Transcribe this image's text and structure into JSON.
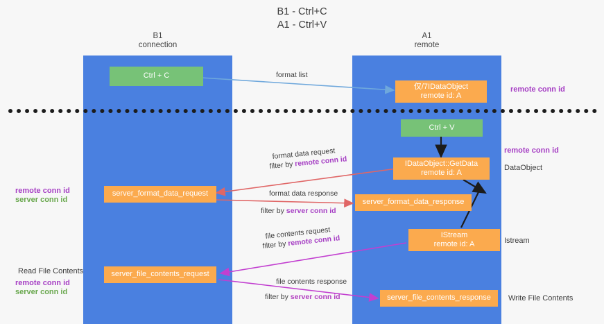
{
  "title": {
    "line1": "B1 - Ctrl+C",
    "line2": "A1 - Ctrl+V"
  },
  "lanes": [
    {
      "id": "b1",
      "name": "B1",
      "role": "connection"
    },
    {
      "id": "a1",
      "name": "A1",
      "role": "remote"
    }
  ],
  "colors": {
    "lane": "#4a80e0",
    "node_green": "#77c277",
    "node_orange": "#fbaa4e",
    "remote_conn_id": "#a63fc4",
    "server_conn_id": "#6aa84f",
    "arrow_blue": "#6fa8dc",
    "arrow_black": "#1c1c1c",
    "arrow_red": "#e06666",
    "arrow_magenta": "#c23fd0",
    "divider": "#1c1c1c",
    "background": "#f7f7f7"
  },
  "nodes": {
    "ctrl_c": {
      "label": "Ctrl + C",
      "kind": "green"
    },
    "data_object_remote": {
      "line1": "仅/7IDataObject",
      "line2": "remote id: A",
      "kind": "orange"
    },
    "ctrl_v": {
      "label": "Ctrl + V",
      "kind": "green"
    },
    "getdata": {
      "line1": "IDataObject::GetData",
      "line2": "remote id: A",
      "kind": "orange"
    },
    "server_format_data_request": {
      "label": "server_format_data_request",
      "kind": "orange"
    },
    "server_format_data_response": {
      "label": "server_format_data_response",
      "kind": "orange"
    },
    "istream": {
      "line1": "IStream",
      "line2": "remote id: A",
      "kind": "orange"
    },
    "server_file_contents_request": {
      "label": "server_file_contents_request",
      "kind": "orange"
    },
    "server_file_contents_response": {
      "label": "server_file_contents_response",
      "kind": "orange"
    }
  },
  "edge_labels": {
    "format_list": "format list",
    "format_data_request": "format data request",
    "format_data_request_filter_prefix": "filter by ",
    "format_data_request_filter_key": "remote conn id",
    "format_data_response": "format data response",
    "format_data_response_filter_prefix": "filter by ",
    "format_data_response_filter_key": "server conn id",
    "file_contents_request": "file contents request",
    "file_contents_request_filter_prefix": "filter by ",
    "file_contents_request_filter_key": "remote conn id",
    "file_contents_response": "file contents response",
    "file_contents_response_filter_prefix": "filter by ",
    "file_contents_response_filter_key": "server conn id"
  },
  "side_labels": {
    "right_remote_conn_id_top": "remote conn id",
    "right_remote_conn_id_mid": "remote conn id",
    "right_dataobject": "DataObject",
    "right_istream": "Istream",
    "right_write_file_contents": "Write File Contents",
    "left_remote_conn_id_mid": "remote conn id",
    "left_server_conn_id_mid": "server conn id",
    "left_read_file_contents": "Read File Contents",
    "left_remote_conn_id_bottom": "remote conn id",
    "left_server_conn_id_bottom": "server conn id"
  }
}
